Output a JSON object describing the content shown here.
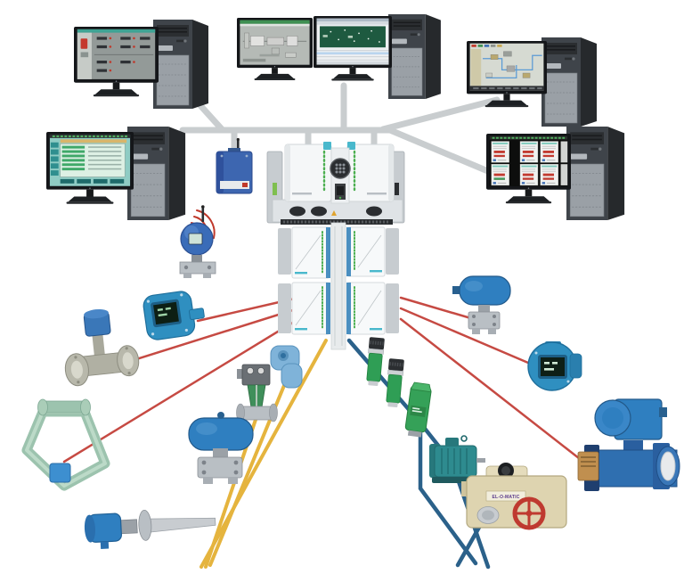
{
  "colors": {
    "background": "#ffffff",
    "network_line_gray": "#c9cdcf",
    "signal_wire_red": "#c64a43",
    "bus_wire_yellow": "#e5b43e",
    "bus_wire_blue": "#2b618a",
    "wireless_wave_red": "#c0392b",
    "instrument_blue": "#2f7fc0",
    "module_white": "#f5f7f8",
    "accent_cyan": "#49b8cc",
    "led_green": "#4caf50",
    "actuator_beige": "#ded4b0",
    "handwheel_red": "#bf3a30",
    "sensor_green": "#2f9e55",
    "motor_teal": "#2e8b8f"
  },
  "workstations": [
    {
      "name": "workstation-top-left",
      "screens": [
        "process-graphics"
      ]
    },
    {
      "name": "workstation-top-center",
      "screens": [
        "pid-graphic",
        "configuration-window"
      ]
    },
    {
      "name": "workstation-top-right",
      "screens": [
        "plant-overview"
      ]
    },
    {
      "name": "workstation-mid-left",
      "screens": [
        "alarm-list"
      ]
    },
    {
      "name": "workstation-mid-right",
      "screens": [
        "faceplate-grid"
      ]
    }
  ],
  "controller": {
    "name": "process-controller",
    "io_modules": 4
  },
  "wireless": {
    "gateway": "wireless-gateway",
    "field_device": "wireless-pressure-transmitter"
  },
  "instruments": {
    "left": [
      "temperature-transmitter-lcd",
      "vortex-flowmeter",
      "coriolis-flowmeter",
      "thermowell-temperature-sensor"
    ],
    "center": [
      "valve-positioner",
      "control-valve",
      "pressure-transmitter"
    ],
    "blue_bus": [
      "proximity-sensor",
      "proximity-sensor",
      "rectangular-sensor",
      "electric-motor",
      "electric-actuator"
    ],
    "right": [
      "pressure-transmitter",
      "temperature-transmitter-lcd",
      "magnetic-flowmeter"
    ]
  },
  "labels": {
    "actuator": "EL-O-MATIC"
  }
}
